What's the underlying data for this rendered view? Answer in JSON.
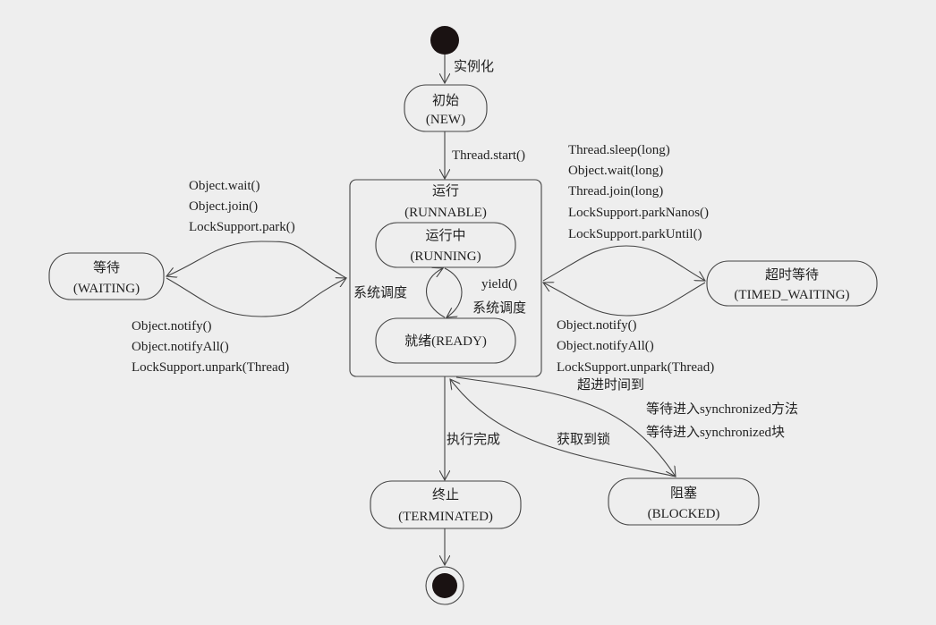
{
  "states": {
    "new": {
      "zh": "初始",
      "en": "(NEW)"
    },
    "runnable": {
      "zh": "运行",
      "en": "(RUNNABLE)"
    },
    "running": {
      "zh": "运行中",
      "en": "(RUNNING)"
    },
    "ready": {
      "label": "就绪(READY)"
    },
    "waiting": {
      "zh": "等待",
      "en": "(WAITING)"
    },
    "timed_waiting": {
      "zh": "超时等待",
      "en": "(TIMED_WAITING)"
    },
    "terminated": {
      "zh": "终止",
      "en": "(TERMINATED)"
    },
    "blocked": {
      "zh": "阻塞",
      "en": "(BLOCKED)"
    }
  },
  "transitions": {
    "instantiate": "实例化",
    "start": "Thread.start()",
    "to_waiting": [
      "Object.wait()",
      "Object.join()",
      "LockSupport.park()"
    ],
    "from_waiting": [
      "Object.notify()",
      "Object.notifyAll()",
      "LockSupport.unpark(Thread)"
    ],
    "to_timed_waiting": [
      "Thread.sleep(long)",
      "Object.wait(long)",
      "Thread.join(long)",
      "LockSupport.parkNanos()",
      "LockSupport.parkUntil()"
    ],
    "from_timed_waiting": [
      "Object.notify()",
      "Object.notifyAll()",
      "LockSupport.unpark(Thread)",
      "超进时间到"
    ],
    "ready_to_running": "系统调度",
    "running_to_ready": [
      "yield()",
      "系统调度"
    ],
    "to_terminated": "执行完成",
    "blocked_to_runnable": "获取到锁",
    "to_blocked": [
      "等待进入synchronized方法",
      "等待进入synchronized块"
    ]
  }
}
